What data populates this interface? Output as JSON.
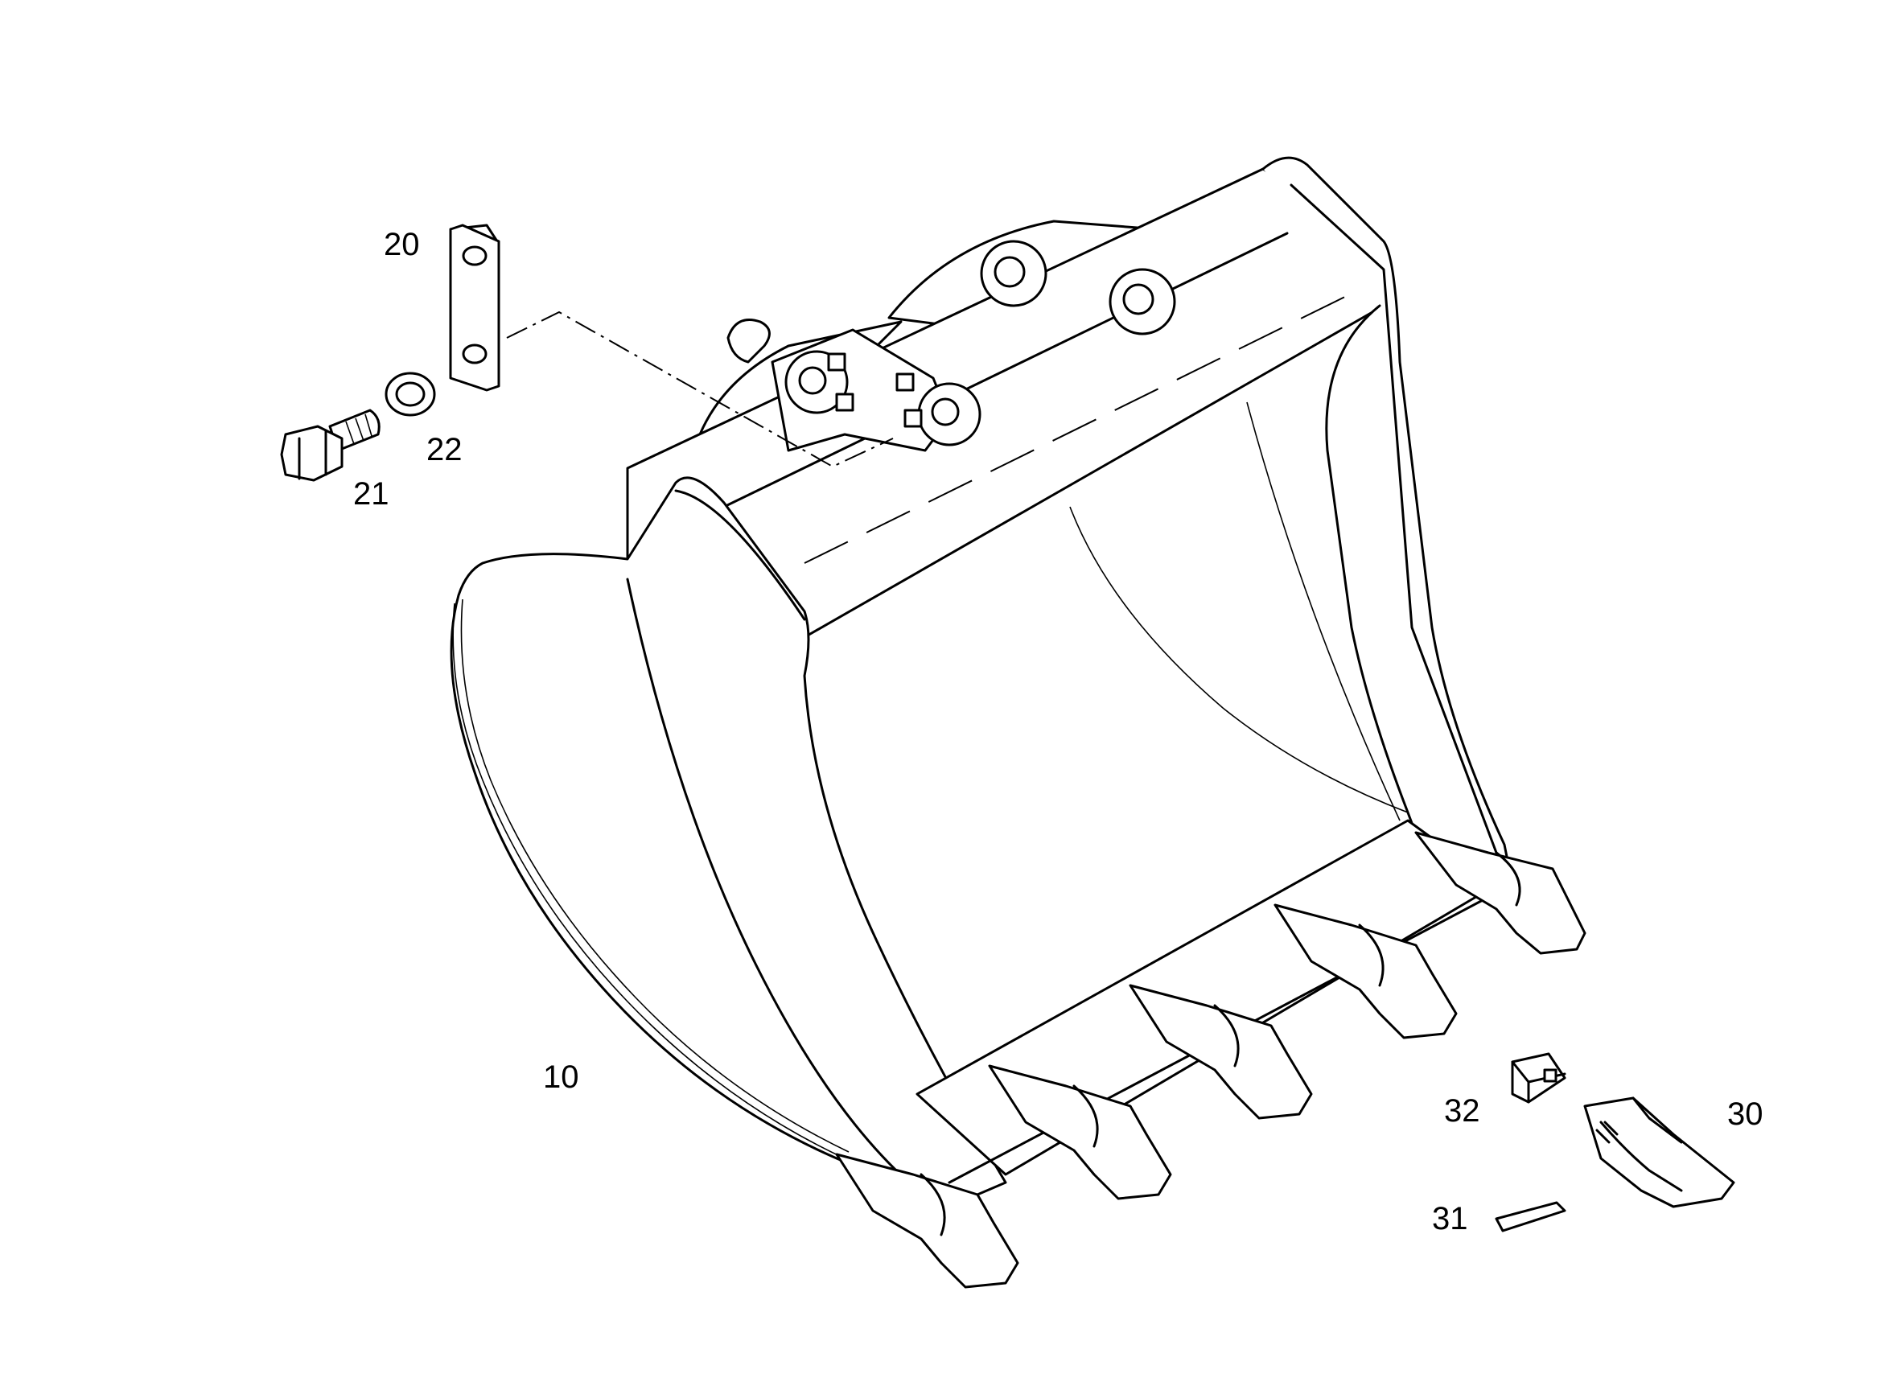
{
  "callouts": {
    "bucket": "10",
    "plate": "20",
    "bolt": "21",
    "washer": "22",
    "tooth": "30",
    "retainer_pin": "31",
    "lock": "32"
  }
}
